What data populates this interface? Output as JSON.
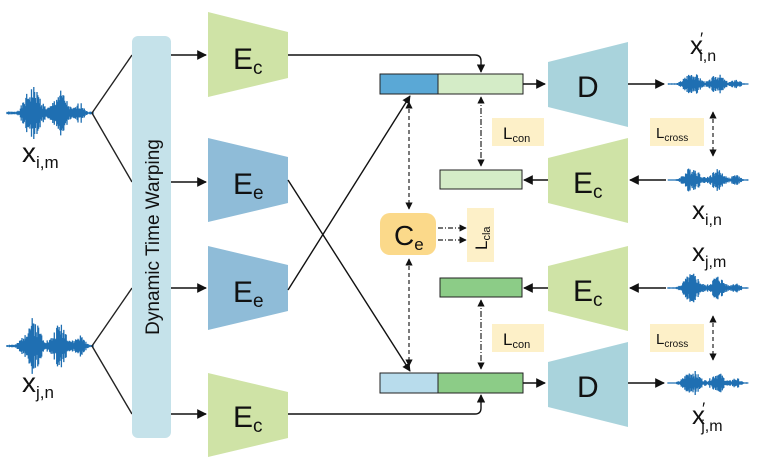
{
  "inputs": {
    "x_im": {
      "base": "x",
      "sub": "i,m"
    },
    "x_jn": {
      "base": "x",
      "sub": "j,n"
    }
  },
  "dtw_label": "Dynamic Time Warping",
  "encoders": {
    "content": {
      "base": "E",
      "sub": "c"
    },
    "emotion": {
      "base": "E",
      "sub": "e"
    }
  },
  "decoder_label": "D",
  "classifier": {
    "base": "C",
    "sub": "e"
  },
  "losses": {
    "con": {
      "base": "L",
      "sub": "con"
    },
    "cross": {
      "base": "L",
      "sub": "cross"
    },
    "cla": {
      "base": "L",
      "sub": "cla"
    }
  },
  "outputs": {
    "xp_in": {
      "base": "x",
      "prime": "′",
      "sub": "i,n"
    },
    "x_in": {
      "base": "x",
      "sub": "i,n"
    },
    "x_jm": {
      "base": "x",
      "sub": "j,m"
    },
    "xp_jm": {
      "base": "x",
      "prime": "′",
      "sub": "j,m"
    }
  },
  "colors": {
    "waveform": "#1f6fb2",
    "dtw": "#c5e2ea",
    "content_encoder": "#cfe3a6",
    "emotion_encoder": "#8fbcd8",
    "decoder": "#a9d3dc",
    "classifier": "#fbd98a",
    "loss_box": "#fdf0c8",
    "emb_blue": "#5aa8d6",
    "emb_lightblue": "#b8dcec",
    "emb_lightgreen": "#d4ecc7",
    "emb_green": "#8ccc87"
  }
}
